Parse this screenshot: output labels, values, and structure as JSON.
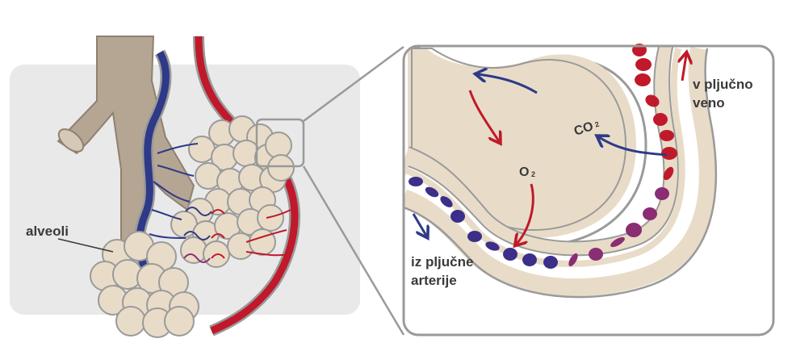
{
  "labels": {
    "alveoli": "alveoli",
    "v_pljucno_line1": "v pljučno",
    "v_pljucno_line2": "veno",
    "iz_pljucne_line1": "iz pljučne",
    "iz_pljucne_line2": "arterije",
    "co2_main": "CO",
    "co2_sub": "2",
    "o2_main": "O",
    "o2_sub": "2"
  },
  "colors": {
    "background_panel": "#e9e9e9",
    "frame_gray": "#9a9a9a",
    "tissue_fill": "#e8dcc8",
    "bronchus_fill": "#b5a593",
    "oxygenated_red": "#c0192b",
    "deoxygenated_blue": "#2e3a87",
    "mixed_purple": "#8a2d72",
    "text_dark": "#3a3a3a"
  },
  "icons": {
    "red_arrow": "red-arrow-icon",
    "blue_arrow": "blue-arrow-icon"
  }
}
